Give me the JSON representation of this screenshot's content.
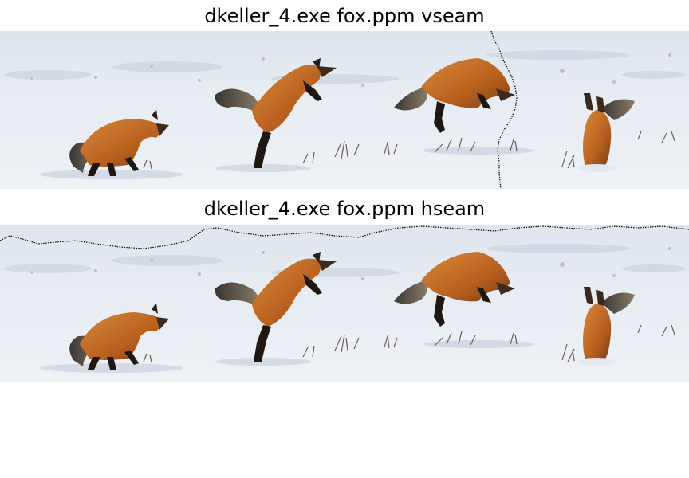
{
  "panels": [
    {
      "caption": "dkeller_4.exe fox.ppm vseam",
      "seam": "vertical"
    },
    {
      "caption": "dkeller_4.exe fox.ppm hseam",
      "seam": "horizontal"
    }
  ],
  "image": {
    "subject": "red-fox-mousing-sequence",
    "seam_color": "#000000"
  }
}
